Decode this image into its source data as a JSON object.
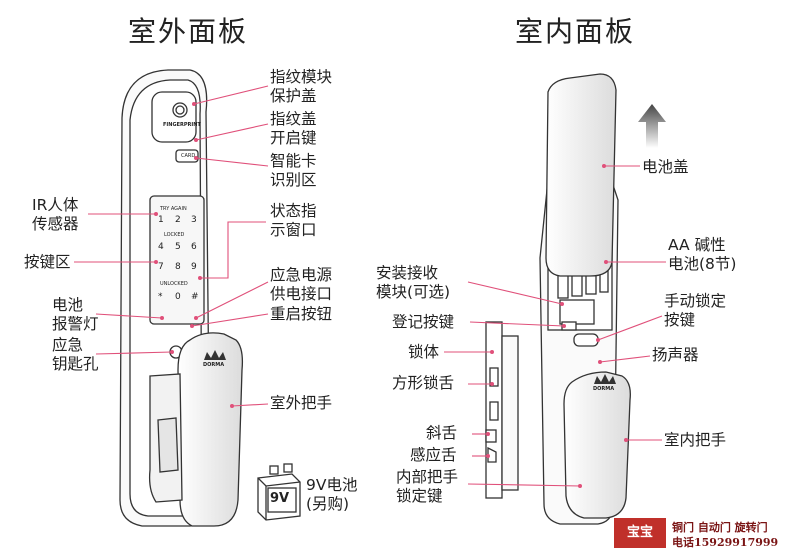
{
  "titles": {
    "outdoor": "室外面板",
    "indoor": "室内面板"
  },
  "outdoor_labels": {
    "fingerprint_cover": "指纹模块\n保护盖",
    "fingerprint_open_key": "指纹盖\n开启键",
    "smart_card_area": "智能卡\n识别区",
    "ir_sensor": "IR人体\n传感器",
    "status_window": "状态指\n示窗口",
    "keypad_area": "按键区",
    "emergency_power": "应急电源\n供电接口",
    "restart_button": "重启按钮",
    "battery_alarm": "电池\n报警灯",
    "emergency_keyhole": "应急\n钥匙孔",
    "outdoor_handle": "室外把手",
    "battery_9v": "9V电池\n(另购)"
  },
  "indoor_labels": {
    "battery_cover": "电池盖",
    "aa_batteries": "AA 碱性\n电池(8节)",
    "receiver_module": "安装接收\n模块(可选)",
    "manual_lock_button": "手动锁定\n按键",
    "register_button": "登记按键",
    "lock_body": "锁体",
    "speaker": "扬声器",
    "square_bolt": "方形锁舌",
    "latch_bolt": "斜舌",
    "sensor_bolt": "感应舌",
    "indoor_handle": "室内把手",
    "inner_lock_key": "内部把手\n锁定键"
  },
  "device_text": {
    "fingerprint": "FINGERPRINT",
    "card": "CARD",
    "try_again": "TRY AGAIN",
    "locked": "LOCKED",
    "unlocked": "UNLOCKED",
    "keys": [
      "1",
      "2",
      "3",
      "4",
      "5",
      "6",
      "7",
      "8",
      "9",
      "*",
      "0",
      "#"
    ],
    "brand_logo": "DORMA",
    "battery_label": "9V"
  },
  "watermark": {
    "logo": "宝宝",
    "line1": "铜门 自动门 旋转门",
    "line2": "电话15929917999"
  },
  "colors": {
    "leader": "#e0507a",
    "outline": "#333333"
  }
}
